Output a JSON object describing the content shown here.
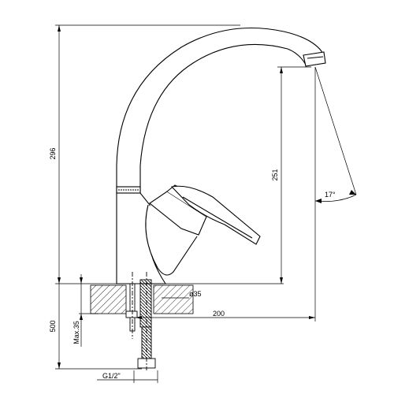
{
  "dimensions": {
    "overall_height": "296",
    "spout_height": "251",
    "spout_angle": "17°",
    "hole_diameter": "ø35",
    "spout_reach": "200",
    "hose_length": "500",
    "max_counter_thickness": "Max.35",
    "thread": "G1/2\""
  }
}
